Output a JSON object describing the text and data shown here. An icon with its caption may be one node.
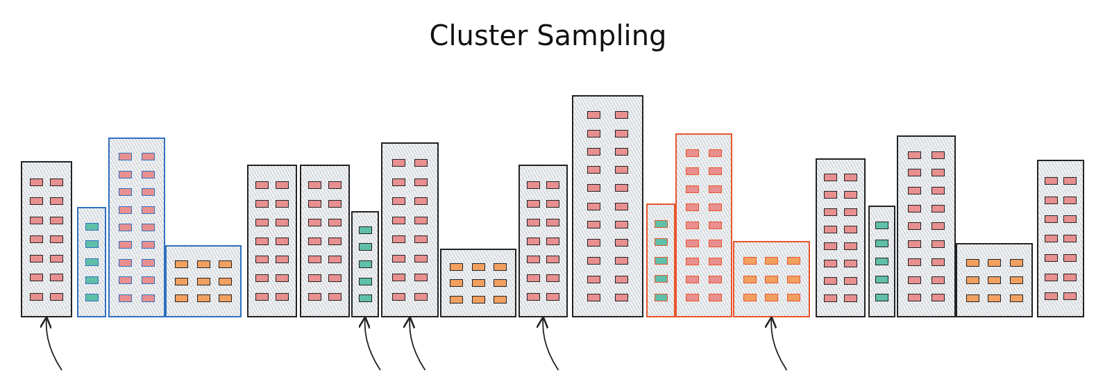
{
  "diagram": {
    "title": "Cluster Sampling",
    "nodes": [
      {
        "text": [],
        "shape": "building"
      },
      {
        "text": [],
        "shape": "building"
      },
      {
        "text": [],
        "shape": "building"
      },
      {
        "text": [],
        "shape": "building"
      },
      {
        "text": [],
        "shape": "building"
      },
      {
        "text": [],
        "shape": "building"
      },
      {
        "text": [],
        "shape": "building"
      },
      {
        "text": [],
        "shape": "building"
      },
      {
        "text": [],
        "shape": "building"
      },
      {
        "text": [],
        "shape": "building"
      },
      {
        "text": [],
        "shape": "building"
      },
      {
        "text": [],
        "shape": "building"
      },
      {
        "text": [],
        "shape": "building"
      },
      {
        "text": [],
        "shape": "building"
      },
      {
        "text": [],
        "shape": "building"
      },
      {
        "text": [],
        "shape": "building"
      },
      {
        "text": [],
        "shape": "building"
      },
      {
        "text": [],
        "shape": "building"
      },
      {
        "text": [],
        "shape": "building"
      }
    ],
    "edges": [
      {
        "from": null,
        "to": 0,
        "arrow": "to"
      },
      {
        "from": null,
        "to": 6,
        "arrow": "to"
      },
      {
        "from": null,
        "to": 7,
        "arrow": "to"
      },
      {
        "from": null,
        "to": 9,
        "arrow": "to"
      },
      {
        "from": null,
        "to": 13,
        "arrow": "to"
      }
    ]
  }
}
